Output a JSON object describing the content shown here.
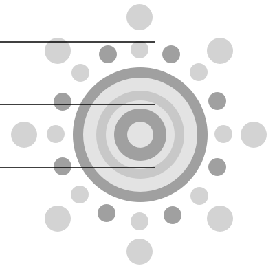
{
  "diagram": {
    "kind": "radial-dot-target",
    "colors": {
      "background": "#ffffff",
      "ring_dark": "#a0a0a0",
      "ring_light": "#e3e3e3",
      "ring_mid": "#c8c8c8",
      "dot_light": "#d3d3d3",
      "dot_dark": "#a0a0a0",
      "leader_line": "#000000"
    },
    "rings": [
      {
        "name": "outer-ring",
        "color": "#a0a0a0"
      },
      {
        "name": "ring-2",
        "color": "#e3e3e3"
      },
      {
        "name": "ring-3",
        "color": "#c8c8c8"
      },
      {
        "name": "ring-4",
        "color": "#e3e3e3"
      },
      {
        "name": "ring-5",
        "color": "#a0a0a0"
      },
      {
        "name": "core",
        "color": "#e3e3e3"
      }
    ],
    "dot_count": 24,
    "leader_line_count": 3,
    "labels": []
  }
}
